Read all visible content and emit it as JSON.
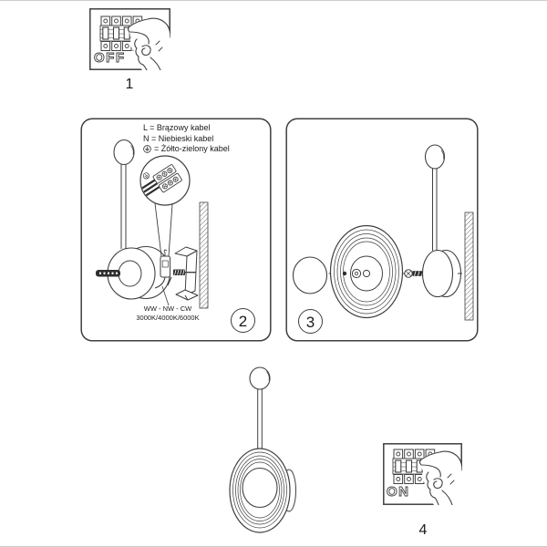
{
  "colors": {
    "line": "#3f3f3f",
    "text": "#1a1a1a",
    "dark_fill": "#2e2e2e",
    "page_edge": "#cccccc"
  },
  "steps": {
    "step1": {
      "number": "1",
      "breaker_label": "OFF"
    },
    "step2": {
      "number": "2",
      "legend_l": "L = Brązowy kabel",
      "legend_n": "N = Niebieski kabel",
      "legend_earth": "=  Żółto-zielony kabel",
      "color_temp_codes": "WW  -  NW  - CW",
      "color_temp_values": "3000K/4000K/6000K"
    },
    "step3": {
      "number": "3"
    },
    "step4": {
      "number": "4",
      "breaker_label": "ON"
    }
  }
}
